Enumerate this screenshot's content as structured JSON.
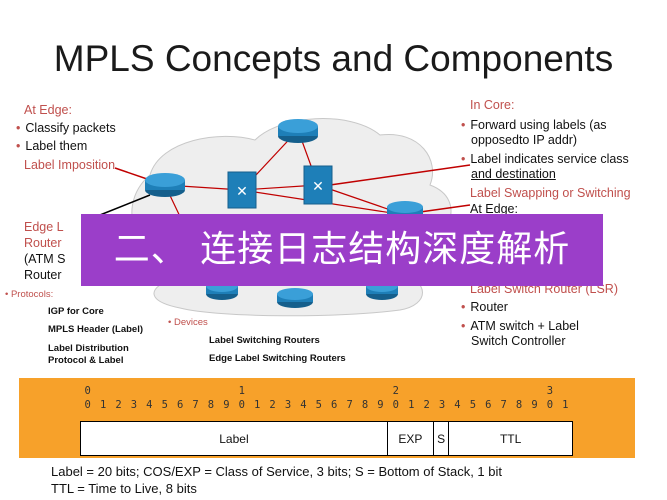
{
  "title": "MPLS Concepts and Components",
  "edge": {
    "heading": "At Edge:",
    "items": [
      "Classify packets",
      "Label them"
    ],
    "imposition": "Label Imposition",
    "lsr_line1": "Edge L",
    "lsr_line2": "Router",
    "lsr_line3": "(ATM S",
    "lsr_line4": "Router"
  },
  "core": {
    "heading": "In Core:",
    "item1_line1": "Forward using labels (as",
    "item1_line2": "opposedto IP addr)",
    "item2_line1": "Label indicates service class",
    "item2_line2": "and destination",
    "swapping": "Label Swapping or Switching",
    "at_edge": "At Edge:",
    "lsr": "Label Switch Router (LSR)",
    "router": "Router",
    "atm_line1": "ATM switch + Label",
    "atm_line2": "Switch Controller"
  },
  "protocols": {
    "heading": "Protocols:",
    "items": [
      "IGP for Core",
      "MPLS Header (Label)",
      "Label Distribution",
      "Protocol & Label"
    ]
  },
  "devices": {
    "heading": "Devices",
    "items": [
      "Label Switching Routers",
      "Edge Label Switching Routers"
    ]
  },
  "banner": "二、 连接日志结构深度解析",
  "header": {
    "tens": [
      "0",
      "1",
      "2",
      "3"
    ],
    "ones": [
      "0",
      "1",
      "2",
      "3",
      "4",
      "5",
      "6",
      "7",
      "8",
      "9",
      "0",
      "1",
      "2",
      "3",
      "4",
      "5",
      "6",
      "7",
      "8",
      "9",
      "0",
      "1",
      "2",
      "3",
      "4",
      "5",
      "6",
      "7",
      "8",
      "9",
      "0",
      "1"
    ],
    "fields": [
      {
        "name": "Label",
        "bits": 20
      },
      {
        "name": "EXP",
        "bits": 3
      },
      {
        "name": "S",
        "bits": 1
      },
      {
        "name": "TTL",
        "bits": 8
      }
    ],
    "note1": "Label = 20 bits; COS/EXP = Class of Service, 3 bits; S = Bottom of Stack, 1 bit",
    "note2": "TTL = Time to Live, 8 bits"
  },
  "colors": {
    "accent_red": "#c0504d",
    "banner": "#9b3ec9",
    "header_bg": "#f7a12a",
    "router": "#1e7fb8"
  }
}
